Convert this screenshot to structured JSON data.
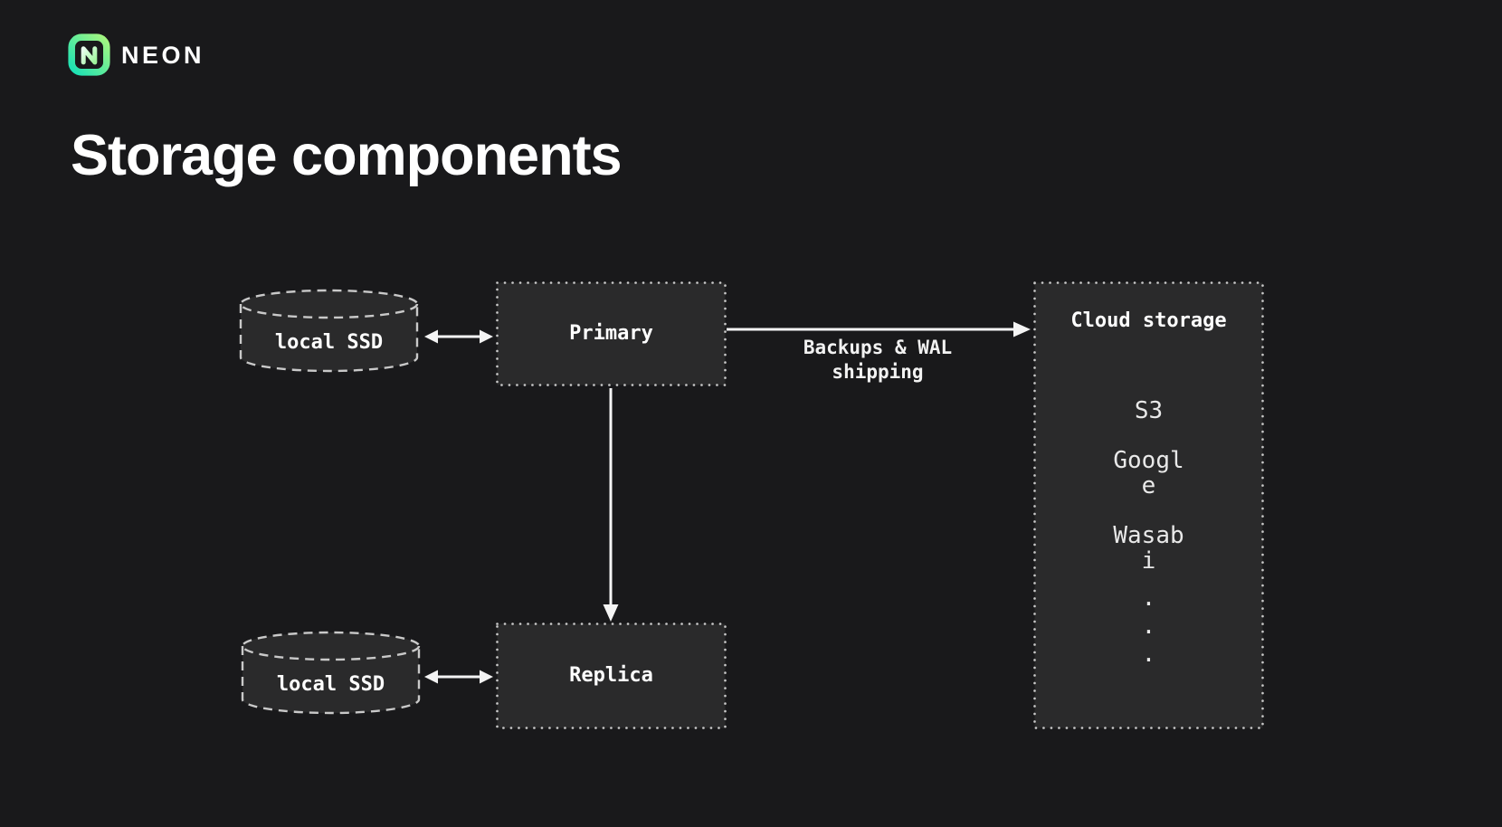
{
  "brand": {
    "wordmark": "NEON"
  },
  "page_title": "Storage components",
  "colors": {
    "background": "#19191b",
    "node_fill": "#2a2a2b",
    "node_border": "#c9c9c9",
    "arrow": "#f4f4f4",
    "logo_teal": "#17e1b6",
    "logo_green": "#a8f77f",
    "logo_n_light": "#eafff0",
    "logo_n_green": "#9df59a"
  },
  "diagram": {
    "local_ssd_top": {
      "label": "local SSD"
    },
    "local_ssd_bottom": {
      "label": "local SSD"
    },
    "primary": {
      "label": "Primary"
    },
    "replica": {
      "label": "Replica"
    },
    "cloud_storage": {
      "title": "Cloud storage",
      "items": [
        "S3",
        "Google",
        "Wasabi"
      ],
      "ellipsis": [
        ".",
        ".",
        "."
      ]
    },
    "backup_edge": {
      "line1": "Backups & WAL",
      "line2": "shipping"
    }
  }
}
